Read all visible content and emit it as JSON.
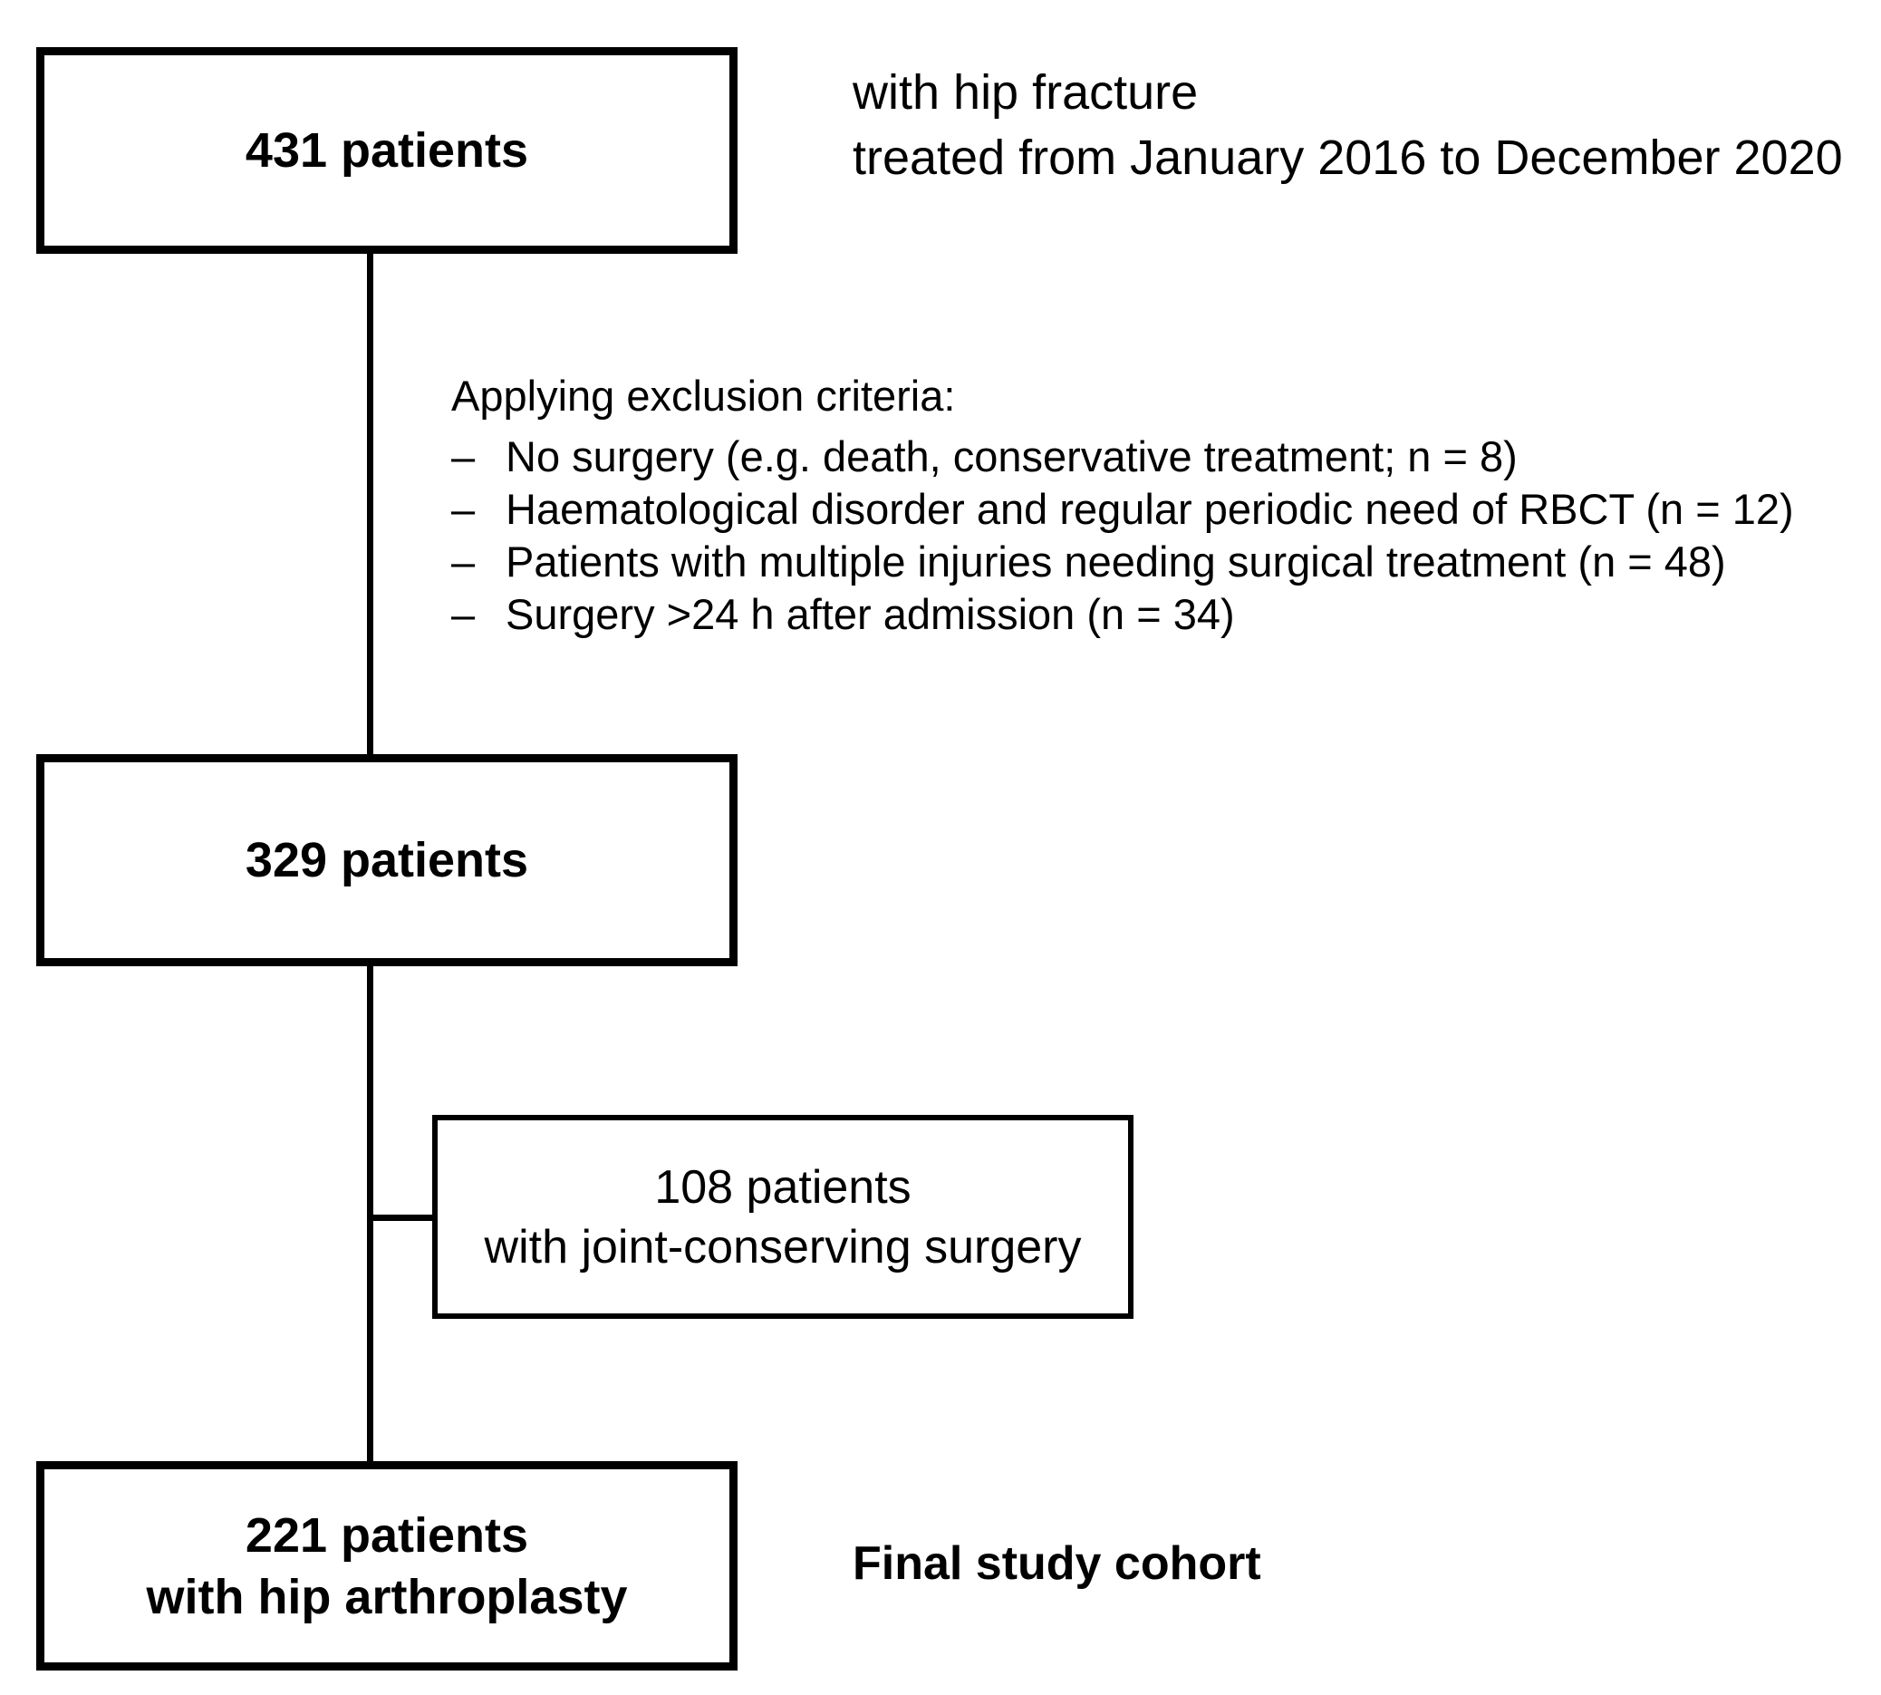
{
  "diagram": {
    "type": "patient-flow-chart",
    "colors": {
      "background": "#ffffff",
      "line": "#000000",
      "text": "#000000"
    }
  },
  "boxes": {
    "initial": {
      "label": "431 patients"
    },
    "after_exclusion": {
      "label": "329 patients"
    },
    "branch": {
      "line1": "108 patients",
      "line2": "with joint-conserving surgery"
    },
    "final": {
      "line1": "221 patients",
      "line2": "with hip arthroplasty"
    }
  },
  "annotations": {
    "top_right_line1": "with hip fracture",
    "top_right_line2": "treated from January 2016 to December 2020",
    "final_label": "Final study cohort"
  },
  "exclusion": {
    "heading": "Applying exclusion criteria:",
    "bullet": "–",
    "items": [
      "No surgery (e.g. death, conservative treatment; n = 8)",
      "Haematological disorder and regular periodic need of RBCT (n = 12)",
      "Patients with multiple injuries needing surgical treatment (n = 48)",
      "Surgery >24 h after admission (n = 34)"
    ]
  }
}
